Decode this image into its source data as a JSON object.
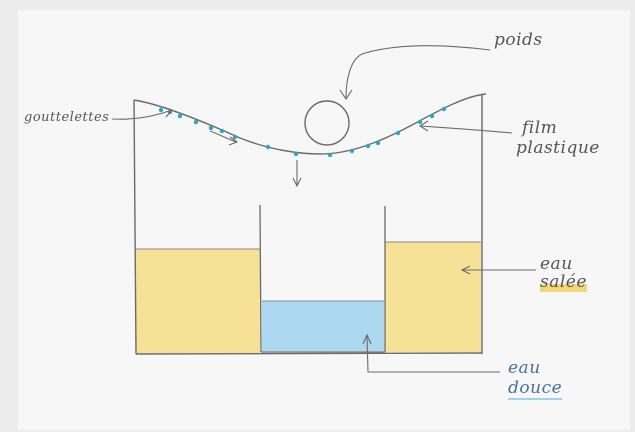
{
  "diagram": {
    "labels": {
      "poids": "poids",
      "film_line1": "film",
      "film_line2": "plastique",
      "gouttelettes": "gouttelettes",
      "eau_salee_line1": "eau",
      "eau_salee_line2": "salée",
      "eau_douce_line1": "eau",
      "eau_douce_line2": "douce"
    },
    "colors": {
      "paper": "#f7f7f7",
      "salt_water": "#f5df8c",
      "fresh_water": "#a8d7ee",
      "droplets": "#27a7c9",
      "pencil": "#6b6b6b"
    }
  }
}
